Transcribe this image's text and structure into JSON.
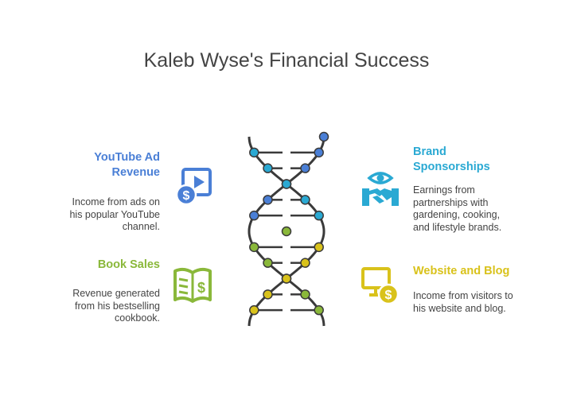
{
  "title": "Kaleb Wyse's Financial Success",
  "items": [
    {
      "heading_lines": [
        "YouTube Ad",
        "Revenue"
      ],
      "description_lines": [
        "Income from ads on",
        "his popular YouTube",
        "channel."
      ],
      "color": "#4a7fd6",
      "icon": "video-dollar-icon"
    },
    {
      "heading_lines": [
        "Book Sales"
      ],
      "description_lines": [
        "Revenue generated",
        "from his bestselling",
        "cookbook."
      ],
      "color": "#8ab83a",
      "icon": "book-dollar-icon"
    },
    {
      "heading_lines": [
        "Brand",
        "Sponsorships"
      ],
      "description_lines": [
        "Earnings from",
        "partnerships with",
        "gardening, cooking,",
        "and lifestyle brands."
      ],
      "color": "#2aa9d3",
      "icon": "handshake-eye-icon"
    },
    {
      "heading_lines": [
        "Website and Blog"
      ],
      "description_lines": [
        "Income from visitors to",
        "his website and blog."
      ],
      "color": "#d9c21b",
      "icon": "monitor-dollar-icon"
    }
  ],
  "helix": {
    "icon": "dna-helix-icon",
    "upper_color": "#4a7fd6",
    "upper_accent": "#2aa9d3",
    "lower_color": "#8ab83a",
    "lower_accent": "#d9c21b"
  }
}
